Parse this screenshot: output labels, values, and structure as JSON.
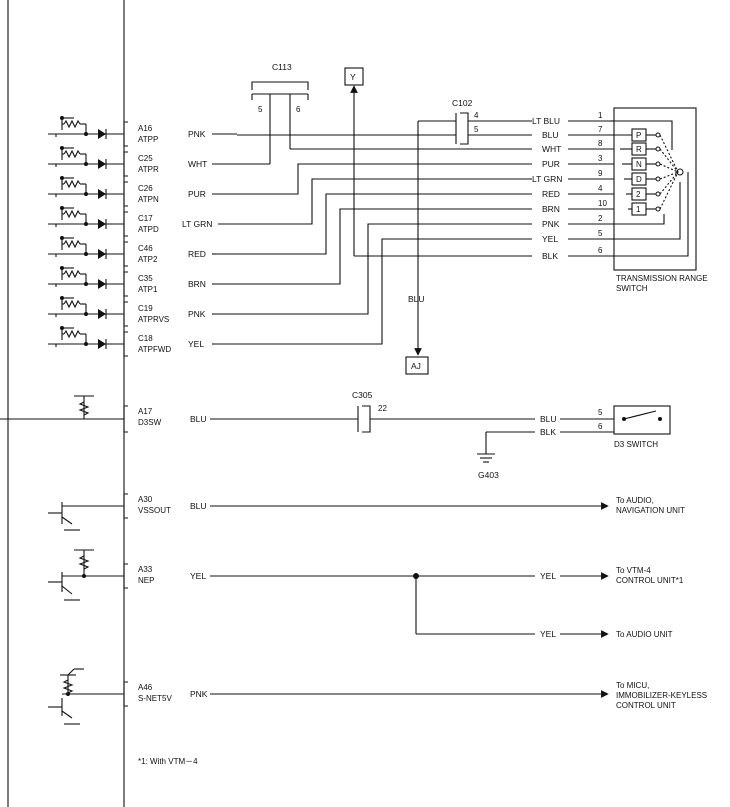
{
  "ecm_inputs": [
    {
      "pin": "A16",
      "signal": "ATPP",
      "color": "PNK"
    },
    {
      "pin": "C25",
      "signal": "ATPR",
      "color": "WHT"
    },
    {
      "pin": "C26",
      "signal": "ATPN",
      "color": "PUR"
    },
    {
      "pin": "C17",
      "signal": "ATPD",
      "color": "LT GRN"
    },
    {
      "pin": "C46",
      "signal": "ATP2",
      "color": "RED"
    },
    {
      "pin": "C35",
      "signal": "ATP1",
      "color": "BRN"
    },
    {
      "pin": "C19",
      "signal": "ATPRVS",
      "color": "PNK"
    },
    {
      "pin": "C18",
      "signal": "ATPFWD",
      "color": "YEL"
    }
  ],
  "connectors": {
    "c113": {
      "name": "C113",
      "pin_left": "5",
      "pin_right": "6"
    },
    "c102": {
      "name": "C102",
      "pin_top": "4",
      "pin_bottom": "5"
    },
    "c305": {
      "name": "C305",
      "pin": "22"
    }
  },
  "refs": {
    "y": "Y",
    "aj": "AJ",
    "blu_label": "BLU"
  },
  "switch_wires": [
    {
      "color": "LT BLU",
      "pin": "1"
    },
    {
      "color": "BLU",
      "pin": "7"
    },
    {
      "color": "WHT",
      "pin": "8"
    },
    {
      "color": "PUR",
      "pin": "3"
    },
    {
      "color": "LT GRN",
      "pin": "9"
    },
    {
      "color": "RED",
      "pin": "4"
    },
    {
      "color": "BRN",
      "pin": "10"
    },
    {
      "color": "PNK",
      "pin": "2"
    },
    {
      "color": "YEL",
      "pin": "5"
    },
    {
      "color": "BLK",
      "pin": "6"
    }
  ],
  "positions": [
    "P",
    "R",
    "N",
    "D",
    "2",
    "1"
  ],
  "trs_label": [
    "TRANSMISSION RANGE",
    "SWITCH"
  ],
  "d3": {
    "pin": "A17",
    "signal": "D3SW",
    "color": "BLU",
    "wire1": {
      "color": "BLU",
      "pin": "5"
    },
    "wire2": {
      "color": "BLK",
      "pin": "6"
    },
    "ground": "G403",
    "switch_label": "D3 SWITCH"
  },
  "outputs": {
    "vss": {
      "pin": "A30",
      "signal": "VSSOUT",
      "color": "BLU",
      "dest": [
        "To AUDIO,",
        "NAVIGATION UNIT"
      ]
    },
    "nep": {
      "pin": "A33",
      "signal": "NEP",
      "color": "YEL",
      "branch1": {
        "color": "YEL",
        "dest": [
          "To VTM-4",
          "CONTROL UNIT*1"
        ]
      },
      "branch2": {
        "color": "YEL",
        "dest": [
          "To AUDIO UNIT"
        ]
      }
    },
    "snet": {
      "pin": "A46",
      "signal": "S-NET5V",
      "color": "PNK",
      "dest": [
        "To MICU,",
        "IMMOBILIZER-KEYLESS",
        "CONTROL UNIT"
      ]
    }
  },
  "footnote": "*1: With VTM－4"
}
